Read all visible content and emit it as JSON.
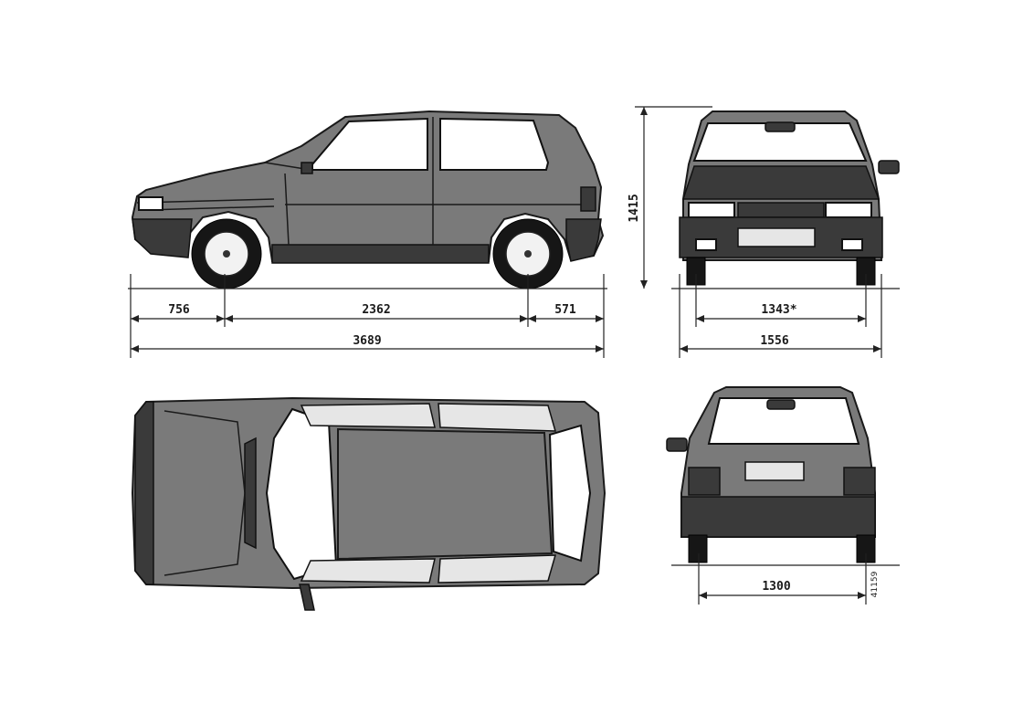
{
  "dimensions": {
    "front_overhang": "756",
    "wheelbase": "2362",
    "rear_overhang": "571",
    "overall_length": "3689",
    "height": "1415",
    "front_track": "1343*",
    "overall_width": "1556",
    "rear_track": "1300"
  },
  "drawing_code": "41159",
  "colors": {
    "body": "#7a7a7a",
    "trim": "#3a3a3a",
    "lines": "#1a1a1a"
  }
}
